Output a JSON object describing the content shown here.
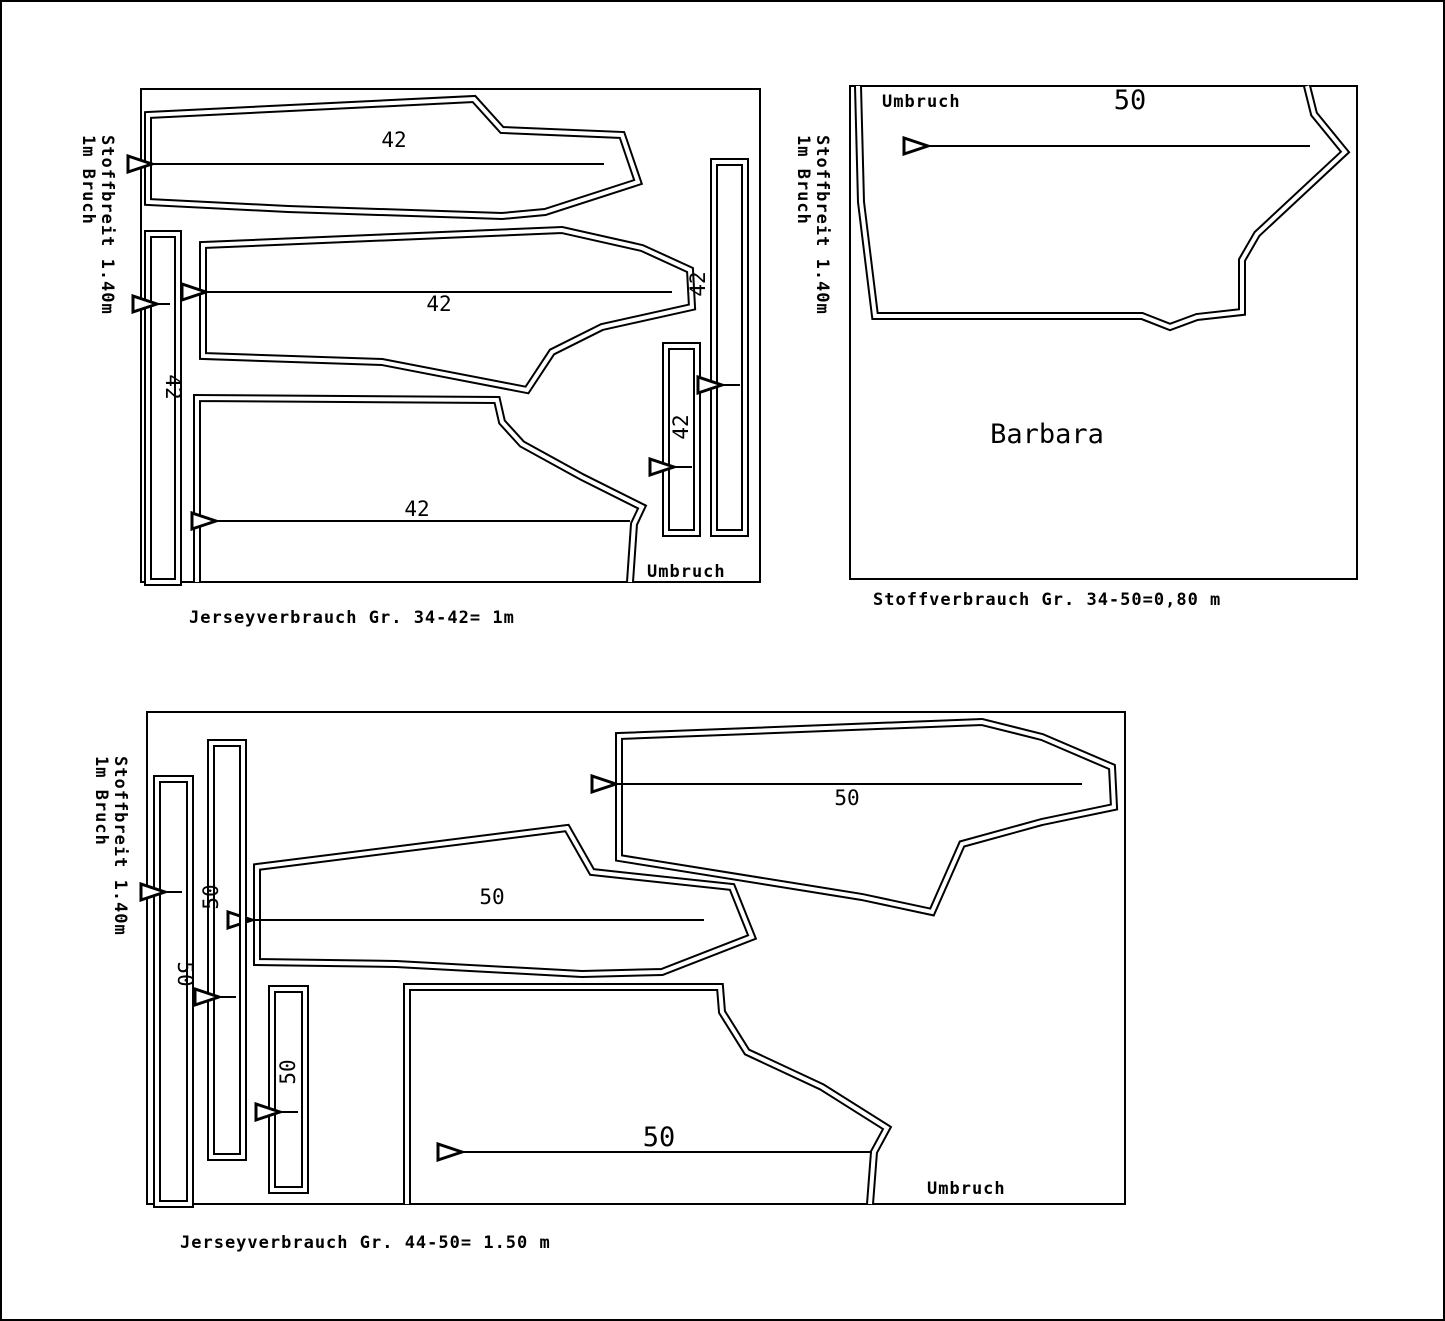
{
  "layout_1": {
    "width_label": "Stoffbreit 1.40m",
    "fold_label": "1m Bruch",
    "size": "42",
    "fold_edge": "Umbruch",
    "caption": "Jerseyverbrauch Gr. 34-42= 1m"
  },
  "layout_2": {
    "width_label": "Stoffbreit 1.40m",
    "fold_label": "1m Bruch",
    "size": "50",
    "fold_edge": "Umbruch",
    "name": "Barbara",
    "caption": "Stoffverbrauch Gr. 34-50=0,80 m"
  },
  "layout_3": {
    "width_label": "Stoffbreit 1.40m",
    "fold_label": "1m Bruch",
    "size": "50",
    "fold_edge": "Umbruch",
    "caption": "Jerseyverbrauch Gr. 44-50= 1.50 m"
  }
}
